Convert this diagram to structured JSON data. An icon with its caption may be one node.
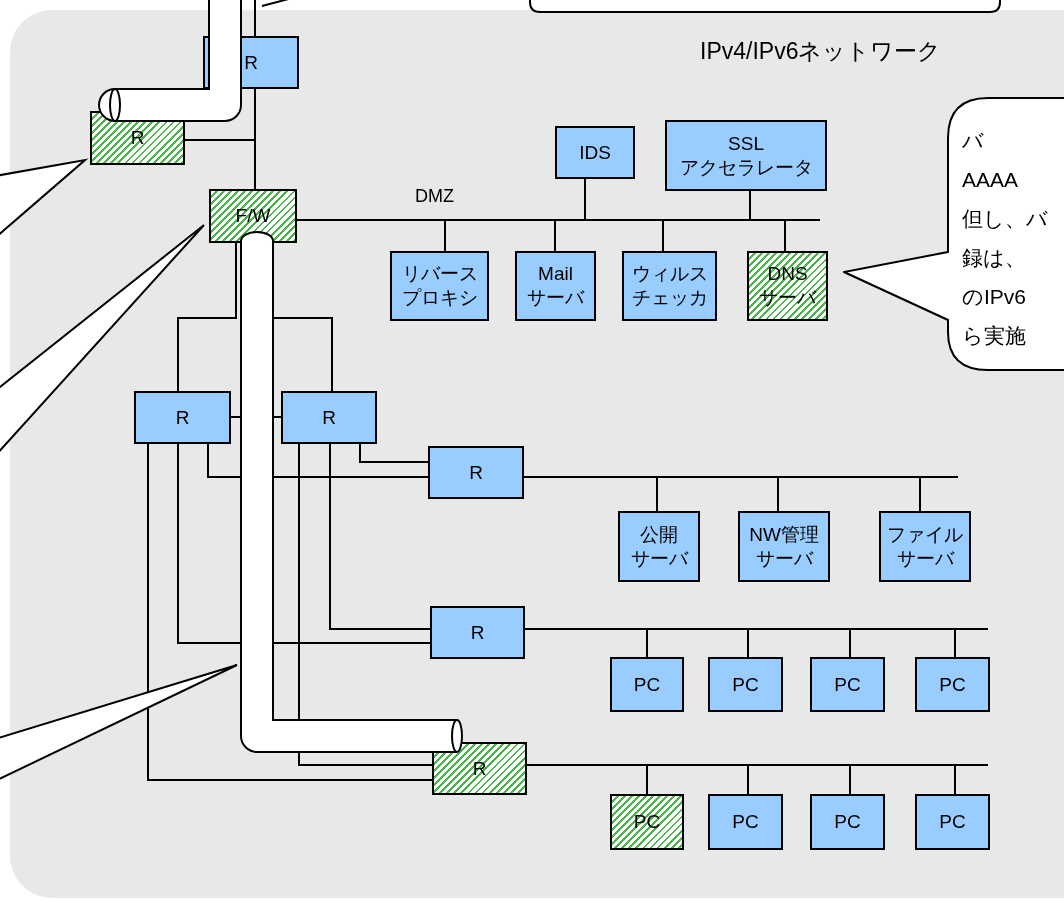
{
  "diagram": {
    "nodes": [
      {
        "text": [
          "IPv4/IPv6ネットワーク"
        ]
      },
      {
        "text": [
          "R"
        ],
        "in": 0
      },
      {
        "text": [
          "R"
        ],
        "in": 0
      },
      {
        "text": [
          "F/W"
        ],
        "in": 0
      },
      {
        "text": [
          "IDS"
        ],
        "in": 0
      },
      {
        "text": [
          "SSLアクセラレータ"
        ],
        "in": 0
      },
      {
        "text": [
          "リバースプロキシ"
        ],
        "in": 0
      },
      {
        "text": [
          "Mailサーバ"
        ],
        "in": 0
      },
      {
        "text": [
          "ウィルスチェッカ"
        ],
        "in": 0
      },
      {
        "text": [
          "DNSサーバ"
        ],
        "in": 0
      },
      {
        "text": [
          "バAAAA但し、バ録は、のIPv6ら実施"
        ],
        "in": 0
      },
      {
        "text": [
          "R"
        ],
        "in": 0
      },
      {
        "text": [
          "R"
        ],
        "in": 0
      },
      {
        "text": [
          "R"
        ],
        "in": 0
      },
      {
        "text": [
          "公開サーバ"
        ],
        "in": 0
      },
      {
        "text": [
          "NW管理サーバ"
        ],
        "in": 0
      },
      {
        "text": [
          "ファイルサーバ"
        ],
        "in": 0
      },
      {
        "text": [
          "R"
        ],
        "in": 0
      },
      {
        "text": [
          "PC"
        ],
        "in": 0
      },
      {
        "text": [
          "PC"
        ],
        "in": 0
      },
      {
        "text": [
          "PC"
        ],
        "in": 0
      },
      {
        "text": [
          "PC"
        ],
        "in": 0
      },
      {
        "text": [
          "R"
        ],
        "in": 0
      },
      {
        "text": [
          "PC"
        ],
        "in": 0
      },
      {
        "text": [
          "PC"
        ],
        "in": 0
      },
      {
        "text": [
          "PC"
        ],
        "in": 0
      },
      {
        "text": [
          "PC"
        ],
        "in": 0
      }
    ],
    "edges": [
      {
        "from": 1,
        "to": null,
        "arrow": "none"
      },
      {
        "from": 1,
        "to": 3,
        "arrow": "none"
      },
      {
        "from": 2,
        "to": 1,
        "arrow": "none"
      },
      {
        "from": 2,
        "to": 3,
        "arrow": "none"
      },
      {
        "from": null,
        "to": 2,
        "arrow": "other",
        "style": "thick"
      },
      {
        "from": 3,
        "to": 4,
        "arrow": "none"
      },
      {
        "from": 3,
        "to": 5,
        "arrow": "none"
      },
      {
        "from": 3,
        "to": 6,
        "arrow": "none"
      },
      {
        "from": 3,
        "to": 7,
        "arrow": "none"
      },
      {
        "from": 3,
        "to": 8,
        "arrow": "none"
      },
      {
        "from": 3,
        "to": 9,
        "arrow": "none"
      },
      {
        "from": 3,
        "to": 11,
        "arrow": "none"
      },
      {
        "from": 3,
        "to": 12,
        "arrow": "none"
      },
      {
        "from": 11,
        "to": 12,
        "arrow": "none"
      },
      {
        "from": 11,
        "to": 13,
        "arrow": "none"
      },
      {
        "from": 12,
        "to": 13,
        "arrow": "none"
      },
      {
        "from": 11,
        "to": 17,
        "arrow": "none"
      },
      {
        "from": 12,
        "to": 17,
        "arrow": "none"
      },
      {
        "from": 11,
        "to": 22,
        "arrow": "none"
      },
      {
        "from": 12,
        "to": 22,
        "arrow": "none"
      },
      {
        "from": 3,
        "to": 22,
        "arrow": "other",
        "style": "thick"
      },
      {
        "from": 13,
        "to": 14,
        "arrow": "none"
      },
      {
        "from": 13,
        "to": 15,
        "arrow": "none"
      },
      {
        "from": 13,
        "to": 16,
        "arrow": "none"
      },
      {
        "from": 17,
        "to": 18,
        "arrow": "none"
      },
      {
        "from": 17,
        "to": 19,
        "arrow": "none"
      },
      {
        "from": 17,
        "to": 20,
        "arrow": "none"
      },
      {
        "from": 17,
        "to": 21,
        "arrow": "none"
      },
      {
        "from": 22,
        "to": 23,
        "arrow": "none"
      },
      {
        "from": 22,
        "to": 24,
        "arrow": "none"
      },
      {
        "from": 22,
        "to": 25,
        "arrow": "none"
      },
      {
        "from": 22,
        "to": 26,
        "arrow": "none"
      }
    ],
    "labels": [
      "DMZ"
    ]
  }
}
